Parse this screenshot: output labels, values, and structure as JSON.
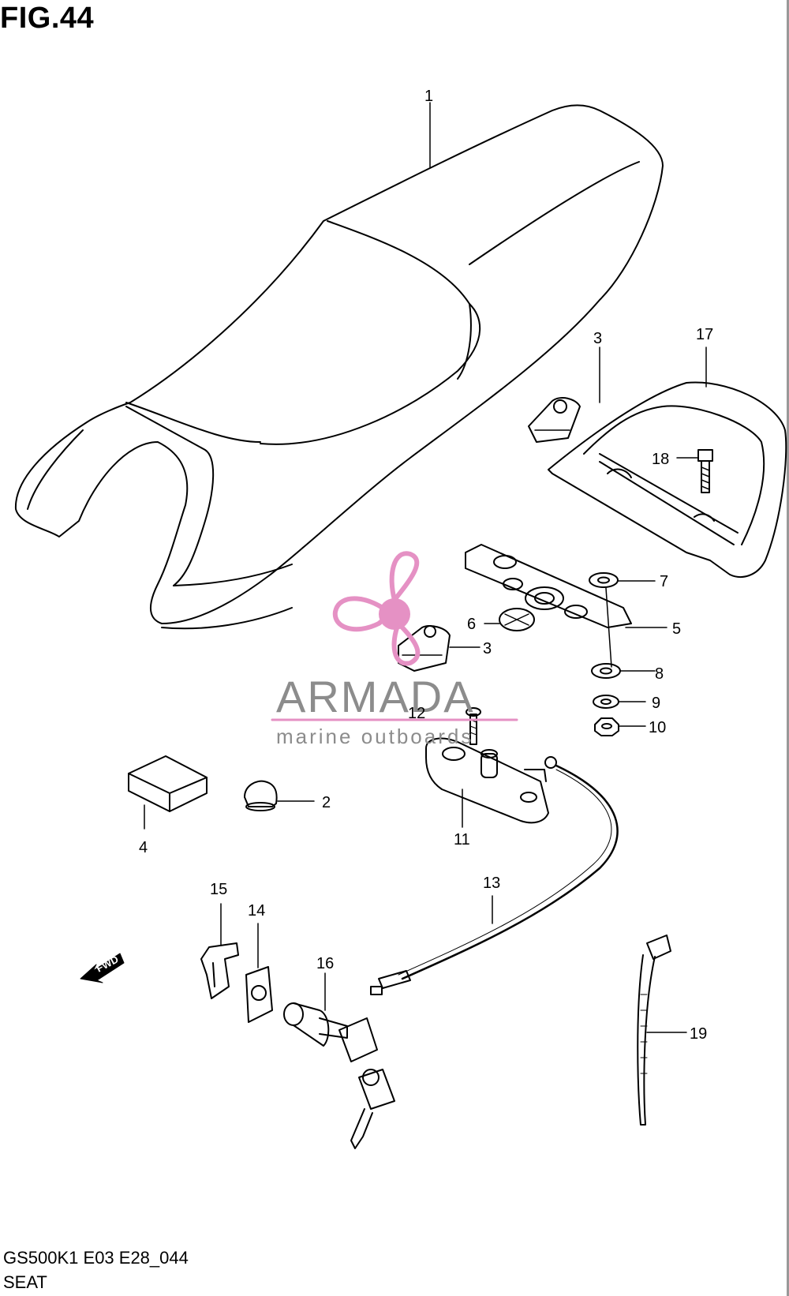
{
  "figure_title": "FIG.44",
  "footer": {
    "code": "GS500K1 E03 E28_044",
    "name": "SEAT"
  },
  "watermark": {
    "brand": "ARMADA",
    "tagline": "marine outboards",
    "accent_color": "#e591c4",
    "text_color": "#8c8c8c"
  },
  "fwd_label": "FWD",
  "callouts": [
    "1",
    "2",
    "3",
    "3",
    "4",
    "5",
    "6",
    "7",
    "8",
    "9",
    "10",
    "11",
    "12",
    "13",
    "14",
    "15",
    "16",
    "17",
    "18",
    "19"
  ]
}
